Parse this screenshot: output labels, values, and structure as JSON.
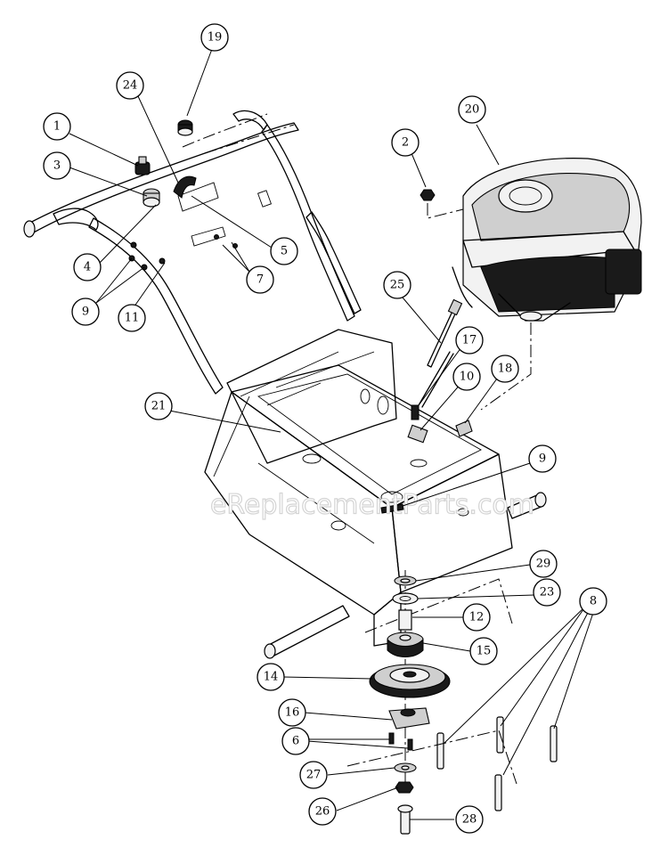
{
  "watermark": "eReplacementParts.com",
  "callouts": [
    {
      "id": "c1",
      "label": "1"
    },
    {
      "id": "c2",
      "label": "2"
    },
    {
      "id": "c3",
      "label": "3"
    },
    {
      "id": "c4",
      "label": "4"
    },
    {
      "id": "c5",
      "label": "5"
    },
    {
      "id": "c6",
      "label": "6"
    },
    {
      "id": "c7",
      "label": "7"
    },
    {
      "id": "c8",
      "label": "8"
    },
    {
      "id": "c9a",
      "label": "9"
    },
    {
      "id": "c9b",
      "label": "9"
    },
    {
      "id": "c10",
      "label": "10"
    },
    {
      "id": "c11",
      "label": "11"
    },
    {
      "id": "c12",
      "label": "12"
    },
    {
      "id": "c14",
      "label": "14"
    },
    {
      "id": "c15",
      "label": "15"
    },
    {
      "id": "c16",
      "label": "16"
    },
    {
      "id": "c17",
      "label": "17"
    },
    {
      "id": "c18",
      "label": "18"
    },
    {
      "id": "c19",
      "label": "19"
    },
    {
      "id": "c20",
      "label": "20"
    },
    {
      "id": "c21",
      "label": "21"
    },
    {
      "id": "c23",
      "label": "23"
    },
    {
      "id": "c24",
      "label": "24"
    },
    {
      "id": "c25",
      "label": "25"
    },
    {
      "id": "c26",
      "label": "26"
    },
    {
      "id": "c27",
      "label": "27"
    },
    {
      "id": "c28",
      "label": "28"
    },
    {
      "id": "c29",
      "label": "29"
    }
  ]
}
